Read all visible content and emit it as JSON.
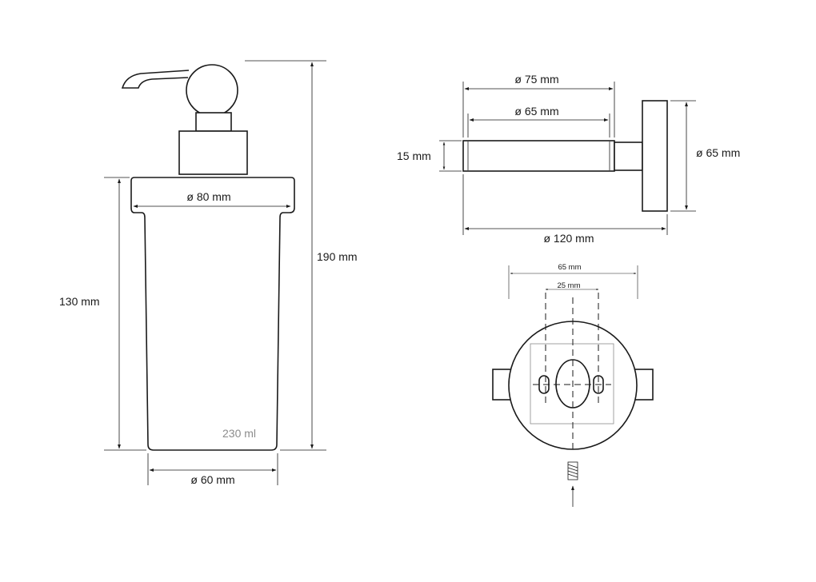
{
  "dispenser": {
    "width_top": "ø 80 mm",
    "width_bottom": "ø 60 mm",
    "height_body": "130 mm",
    "height_total": "190 mm",
    "volume": "230 ml"
  },
  "side_view": {
    "outer_diameter": "ø 75 mm",
    "inner_diameter": "ø 65 mm",
    "holder_thickness": "15 mm",
    "plate_diameter": "ø 65 mm",
    "projection": "ø 120 mm"
  },
  "mount_view": {
    "plate_width": "65 mm",
    "hole_spacing": "25 mm"
  }
}
